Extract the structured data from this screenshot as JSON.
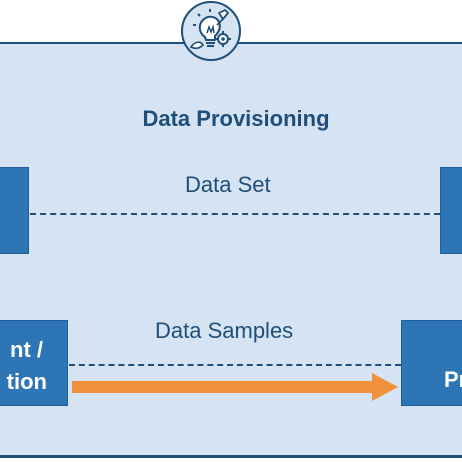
{
  "diagram": {
    "title": "Data Provisioning",
    "icon": "idea-lightbulb-pencil-gear-icon",
    "top_connection_label": "Data Set",
    "bottom_connection_label": "Data Samples",
    "bottom_left_box": {
      "line1": "nt /",
      "line2": "tion"
    },
    "bottom_right_box": {
      "line1": "Pr"
    }
  },
  "colors": {
    "panel_bg": "#d6e3f3",
    "border": "#1f4e79",
    "box": "#2e75b6",
    "arrow": "#f0923b",
    "text": "#1f4e79"
  }
}
